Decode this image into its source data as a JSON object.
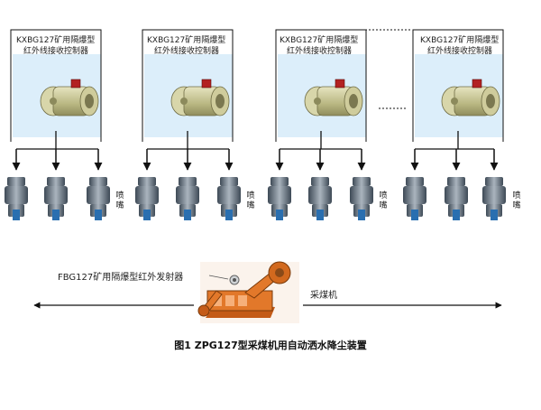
{
  "controllers": [
    {
      "label_line1": "KXBG127矿用隔爆型",
      "label_line2": "红外线接收控制器",
      "spray_label": "喷嘴"
    },
    {
      "label_line1": "KXBG127矿用隔爆型",
      "label_line2": "红外线接收控制器",
      "spray_label": "喷嘴"
    },
    {
      "label_line1": "KXBG127矿用隔爆型",
      "label_line2": "红外线接收控制器",
      "spray_label": "喷嘴"
    },
    {
      "label_line1": "KXBG127矿用隔爆型",
      "label_line2": "红外线接收控制器",
      "spray_label": "喷嘴"
    }
  ],
  "transmitter_label": "FBG127矿用隔爆型红外发射器",
  "shearer_label": "采煤机",
  "caption": "图1 ZPG127型采煤机用自动洒水降尘装置",
  "colors": {
    "panel": "#dceefa",
    "line": "#111111",
    "valve_body": "#c8c79a",
    "nozzle": "#5a6a7a",
    "shearer": "#e2782a"
  }
}
